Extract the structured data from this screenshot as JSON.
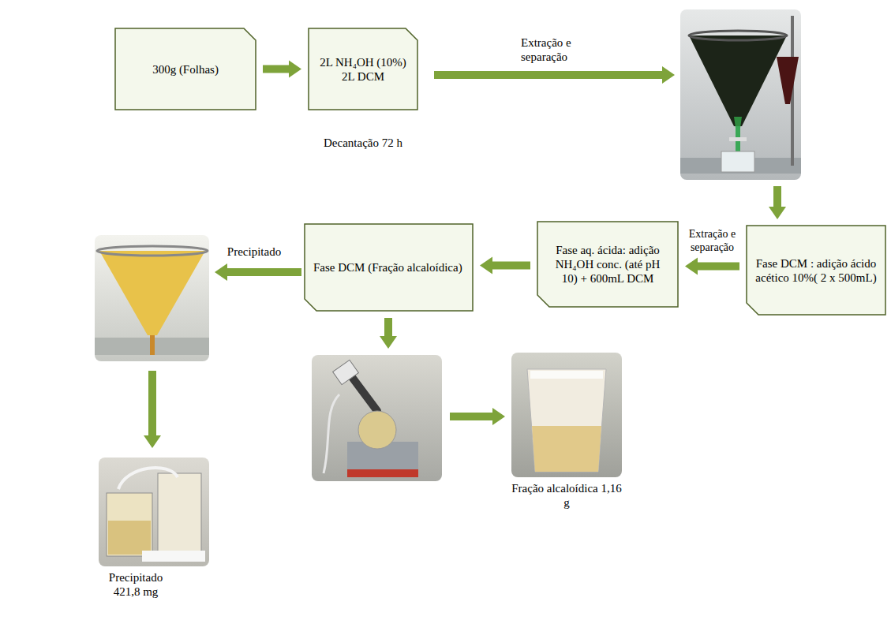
{
  "diagram": {
    "nodes": [
      {
        "text": [
          "300g (Folhas)"
        ]
      },
      {
        "text": [
          "2L NH₄OH (10%) 2L DCM",
          "Decantação 72 h"
        ]
      },
      {
        "text": [
          "Fase DCM : adição ácido acético 10%( 2 x 500mL)"
        ]
      },
      {
        "text": [
          "Fase aq. ácida: adição NH₄OH conc. (até pH 10) + 600mL DCM"
        ]
      },
      {
        "text": [
          "Fase DCM (Fração alcaloídica)"
        ]
      },
      {
        "text": [
          "Fração alcaloídica 1,16 g"
        ]
      },
      {
        "text": [
          "Precipitado 421,8 mg"
        ]
      }
    ],
    "edges": [
      {
        "from": 0,
        "to": 1,
        "arrow": "to"
      },
      {
        "from": 2,
        "to": 3,
        "arrow": "to",
        "label": "Extração e separação"
      },
      {
        "from": 3,
        "to": 4,
        "arrow": "to"
      }
    ],
    "labels": [
      "Extração e separação",
      "Precipitado"
    ]
  }
}
